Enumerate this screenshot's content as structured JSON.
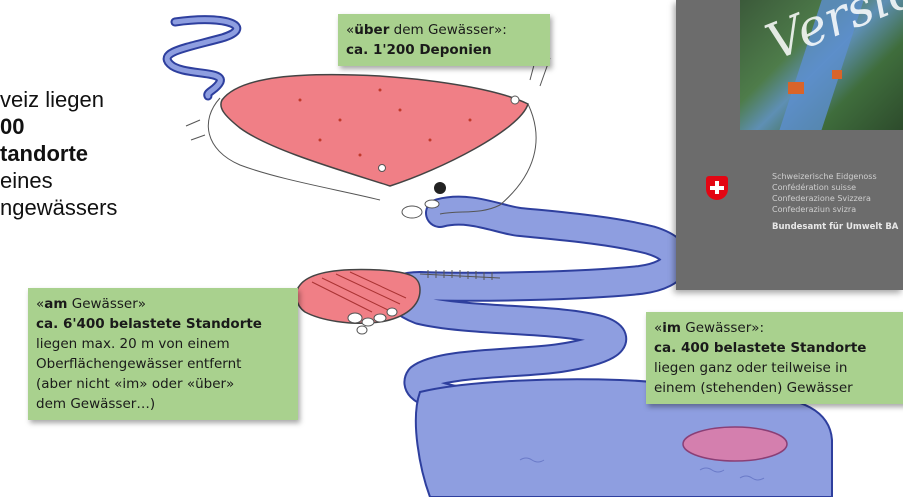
{
  "intro": {
    "line1": "veiz liegen",
    "line2": "00",
    "line3": "tandorte",
    "line4": "eines",
    "line5": "ngewässers"
  },
  "boxes": {
    "ueber": {
      "line1_pre": "«",
      "line1_bold": "über",
      "line1_post": " dem Gewässer»:",
      "line2": "ca. 1'200 Deponien"
    },
    "am": {
      "line1_pre": "«",
      "line1_bold": "am",
      "line1_post": " Gewässer»",
      "line2": "ca. 6'400 belastete Standorte",
      "line3": "liegen max. 20 m von einem",
      "line4": "Oberflächengewässer entfernt",
      "line5": "(aber nicht «im» oder «über»",
      "line6": "dem Gewässer…)"
    },
    "im": {
      "line1_pre": "«",
      "line1_bold": "im",
      "line1_post": " Gewässer»:",
      "line2": "ca. 400 belastete Standorte",
      "line3": "liegen ganz oder teilweise in",
      "line4": "einem (stehenden) Gewässer"
    }
  },
  "cover": {
    "watermark": "Version",
    "lang1": "Schweizerische Eidgenoss",
    "lang2": "Confédération suisse",
    "lang3": "Confederazione Svizzera",
    "lang4": "Confederaziun svizra",
    "office": "Bundesamt für Umwelt BA"
  },
  "colors": {
    "river": "#8e9ee0",
    "river_stroke": "#2e3f9e",
    "deposit": "#f07f86",
    "box": "#a9d18e",
    "cover": "#6c6c6c"
  }
}
